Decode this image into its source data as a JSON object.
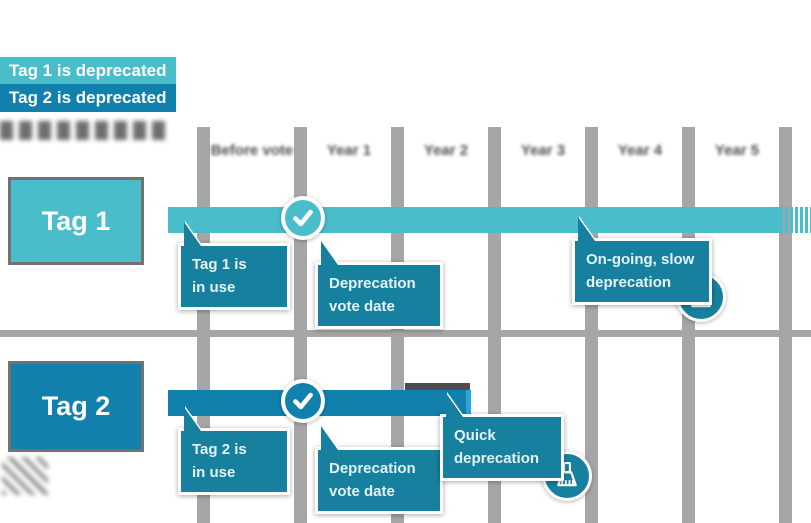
{
  "legend": {
    "items": [
      {
        "label": "Tag 1 is deprecated",
        "color": "#49bdca"
      },
      {
        "label": "Tag 2 is deprecated",
        "color": "#1180ad"
      }
    ]
  },
  "columns": {
    "headers": [
      "Before vote",
      "Year 1",
      "Year 2",
      "Year 3",
      "Year 4",
      "Year 5"
    ]
  },
  "rows": {
    "tag1": {
      "label": "Tag 1",
      "in_use": {
        "line1": "Tag 1 is",
        "line2": "in use"
      },
      "vote": {
        "line1": "Deprecation",
        "line2": "vote date"
      },
      "mode": {
        "line1": "On-going, slow",
        "line2": "deprecation"
      }
    },
    "tag2": {
      "label": "Tag 2",
      "in_use": {
        "line1": "Tag 2 is",
        "line2": "in use"
      },
      "vote": {
        "line1": "Deprecation",
        "line2": "vote date"
      },
      "mode": {
        "line1": "Quick",
        "line2": "deprecation"
      }
    }
  },
  "colors": {
    "tag1_teal": "#49bdca",
    "tag2_blue": "#1180ad",
    "callout_teal": "#17809e",
    "grid_gray": "#a6a6a6",
    "header_text": "#3f3f3f",
    "box_border": "#757170"
  }
}
